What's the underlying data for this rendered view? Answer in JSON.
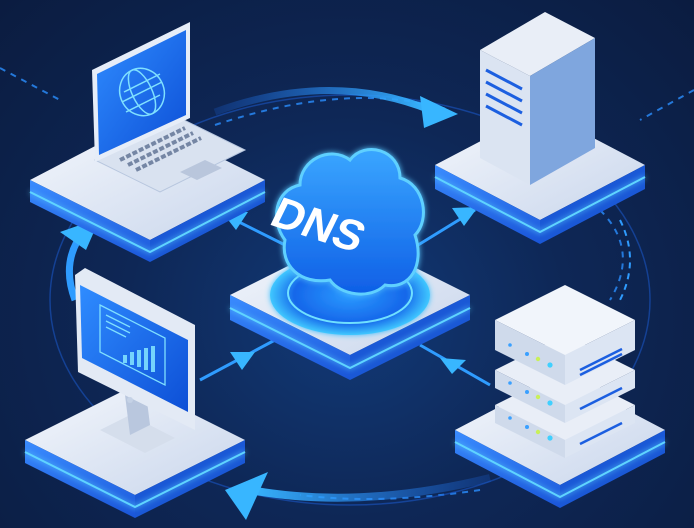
{
  "diagram": {
    "title": "DNS",
    "center_node": {
      "label": "DNS",
      "icon": "cloud-icon"
    },
    "nodes": [
      {
        "id": "laptop",
        "icon": "laptop-globe-icon",
        "position": "top-left"
      },
      {
        "id": "tower-server",
        "icon": "tower-server-icon",
        "position": "top-right"
      },
      {
        "id": "monitor",
        "icon": "desktop-chart-icon",
        "position": "bottom-left"
      },
      {
        "id": "rack-server",
        "icon": "rack-server-icon",
        "position": "bottom-right"
      }
    ],
    "connections": [
      {
        "from": "DNS",
        "to": "laptop",
        "style": "arrow"
      },
      {
        "from": "DNS",
        "to": "tower-server",
        "style": "arrow"
      },
      {
        "from": "monitor",
        "to": "DNS",
        "style": "arrow"
      },
      {
        "from": "rack-server",
        "to": "DNS",
        "style": "arrow"
      }
    ],
    "cycle_arrows": [
      "laptop-to-tower",
      "tower-to-rack",
      "rack-to-monitor",
      "monitor-to-laptop"
    ]
  },
  "colors": {
    "background": "#0d1f45",
    "accent": "#1e7bff",
    "glow": "#34b8ff",
    "platform_top": "#e8eef8",
    "platform_side": "#2a6fe8"
  }
}
